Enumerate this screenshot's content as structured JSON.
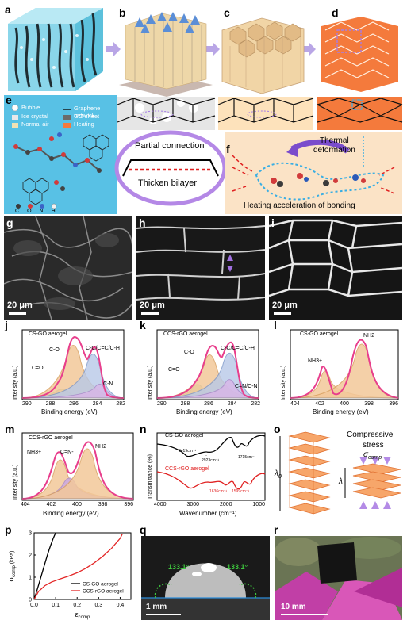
{
  "panel_labels": {
    "a": "a",
    "b": "b",
    "c": "c",
    "d": "d",
    "e": "e",
    "f": "f",
    "g": "g",
    "h": "h",
    "i": "i",
    "j": "j",
    "k": "k",
    "l": "l",
    "m": "m",
    "n": "n",
    "o": "o",
    "p": "p",
    "q": "q",
    "r": "r"
  },
  "legend_e": {
    "bubble": "Bubble",
    "ice": "Ice crystal",
    "air": "Normal air",
    "graphene": "Graphene network",
    "go": "GO sheet",
    "heating": "Heating"
  },
  "atom_legend": [
    "C",
    "O",
    "N",
    "H"
  ],
  "partial": {
    "partial_connection": "Partial connection",
    "thicken": "Thicken bilayer"
  },
  "panel_f": {
    "thermal": "Thermal",
    "deformation": "deformation",
    "heating": "Heating acceleration of bonding"
  },
  "sem": {
    "scale_g": "20 μm",
    "scale_h": "20 μm",
    "scale_i": "20 μm"
  },
  "xps": {
    "ylabel": "Intensity (a.u.)",
    "xlabel": "Binding energy (eV)",
    "j": {
      "title": "CS-GO aerogel",
      "peaks": [
        "C=O",
        "C-O",
        "C-C/C=C/C-H",
        "C-N"
      ],
      "ticks": [
        "290",
        "288",
        "286",
        "284",
        "282"
      ]
    },
    "k": {
      "title": "CCS-rGO aerogel",
      "peaks": [
        "C=O",
        "C-O",
        "C-C/C=C/C-H",
        "C=N/C-N"
      ],
      "ticks": [
        "290",
        "288",
        "286",
        "284",
        "282"
      ]
    },
    "l": {
      "title": "CS-GO aerogel",
      "peaks": [
        "NH3+",
        "NH2"
      ],
      "ticks": [
        "404",
        "402",
        "400",
        "398",
        "396"
      ]
    },
    "m": {
      "title": "CCS-rGO aerogel",
      "peaks": [
        "NH3+",
        "C=N-",
        "NH2"
      ],
      "ticks": [
        "404",
        "402",
        "400",
        "398",
        "396"
      ]
    }
  },
  "ftir": {
    "ylabel": "Transmittance (%)",
    "xlabel": "Wavenumber (cm⁻¹)",
    "series": [
      "CS-GO aerogel",
      "CCS-rGO aerogel"
    ],
    "annotations": [
      "3419cm⁻¹",
      "2923cm⁻¹",
      "1715cm⁻¹",
      "1636cm⁻¹",
      "1599cm⁻¹"
    ],
    "ticks": [
      "4000",
      "3000",
      "2000",
      "1000"
    ]
  },
  "panel_o": {
    "title1": "Compressive",
    "title2": "stress",
    "sigma": "σ",
    "sigma_sub": "comp",
    "lambda0": "λ",
    "lambda0_sub": "0",
    "lambda": "λ"
  },
  "chart_data": {
    "type": "line",
    "xlabel": "ε",
    "xlabel_sub": "comp",
    "ylabel": "σ",
    "ylabel_sub": "comp",
    "ylabel_unit": "(kPa)",
    "xlim": [
      0,
      0.45
    ],
    "ylim": [
      0,
      3
    ],
    "xticks": [
      "0.0",
      "0.1",
      "0.2",
      "0.3",
      "0.4"
    ],
    "yticks": [
      "0",
      "1",
      "2",
      "3"
    ],
    "series": [
      {
        "name": "CS-GO aerogel",
        "color": "#000000",
        "x": [
          0,
          0.01,
          0.02,
          0.03,
          0.04,
          0.05,
          0.06,
          0.07,
          0.08,
          0.09,
          0.1
        ],
        "y": [
          0,
          0.3,
          0.62,
          0.95,
          1.28,
          1.62,
          1.95,
          2.25,
          2.52,
          2.78,
          3.0
        ]
      },
      {
        "name": "CCS-rGO aerogel",
        "color": "#e32626",
        "x": [
          0,
          0.02,
          0.05,
          0.08,
          0.12,
          0.16,
          0.2,
          0.24,
          0.28,
          0.32,
          0.36,
          0.4,
          0.41
        ],
        "y": [
          0,
          0.35,
          0.62,
          0.78,
          0.92,
          1.05,
          1.2,
          1.4,
          1.65,
          1.95,
          2.3,
          2.75,
          2.95
        ]
      }
    ]
  },
  "contact": {
    "left": "133.1°",
    "right": "133.1°",
    "scale": "1 mm"
  },
  "photo_r": {
    "scale": "10 mm"
  }
}
